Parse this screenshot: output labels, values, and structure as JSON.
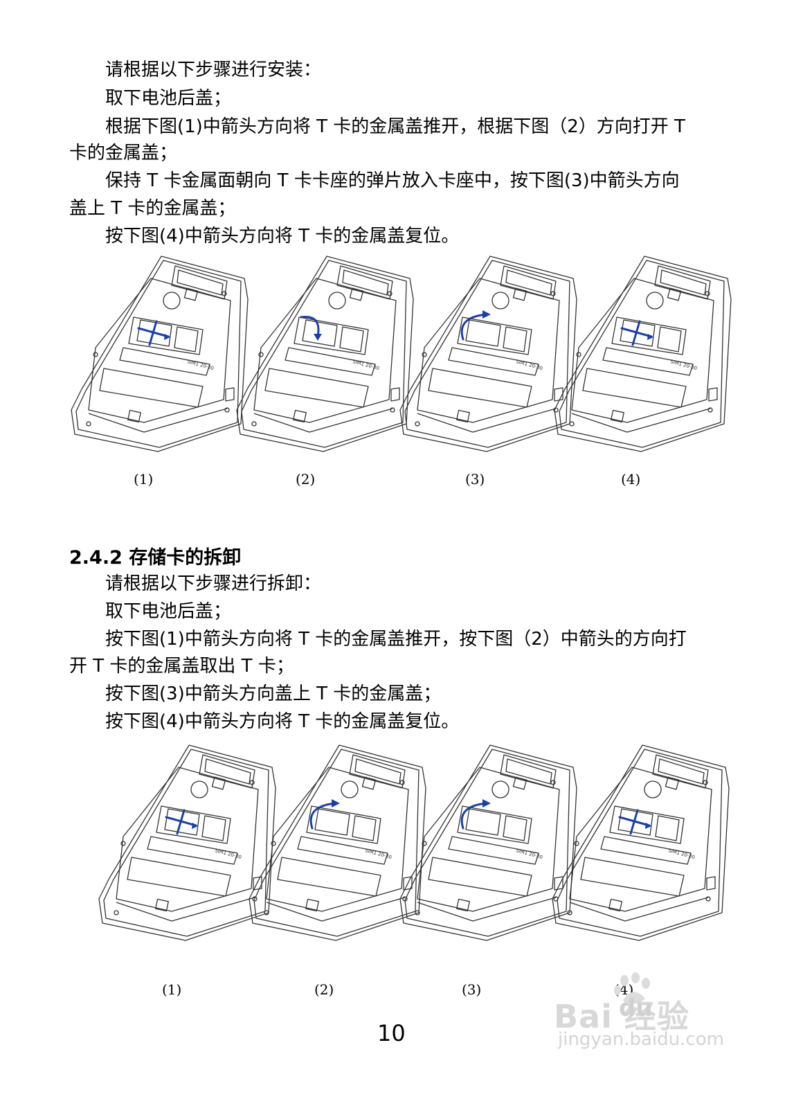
{
  "install": {
    "intro": "请根据以下步骤进行安装：",
    "step1": "取下电池后盖；",
    "step2_line1": "根据下图(1)中箭头方向将 T 卡的金属盖推开，根据下图（2）方向打开 T",
    "step2_line2": "卡的金属盖；",
    "step3_line1": "保持 T 卡金属面朝向 T 卡卡座的弹片放入卡座中，按下图(3)中箭头方向",
    "step3_line2": "盖上 T 卡的金属盖；",
    "step4": "按下图(4)中箭头方向将 T 卡的金属盖复位。",
    "captions": [
      "(1)",
      "(2)",
      "(3)",
      "(4)"
    ]
  },
  "remove": {
    "heading": "2.4.2 存储卡的拆卸",
    "intro": "请根据以下步骤进行拆卸：",
    "step1": "取下电池后盖；",
    "step2_line1": "按下图(1)中箭头方向将 T 卡的金属盖推开，按下图（2）中箭头的方向打",
    "step2_line2": "开 T 卡的金属盖取出 T 卡；",
    "step3": "按下图(3)中箭头方向盖上 T 卡的金属盖；",
    "step4": "按下图(4)中箭头方向将 T 卡的金属盖复位。",
    "captions": [
      "(1)",
      "(2)",
      "(3)",
      "(4)"
    ]
  },
  "figure": {
    "sim_label": "SIM1",
    "card_label": "20-30",
    "arrow_color": "#1a3fa8"
  },
  "page_number": "10",
  "watermark": {
    "brand": "Bai  经验",
    "brand_inner": "du",
    "url": "jingyan.baidu.com"
  }
}
